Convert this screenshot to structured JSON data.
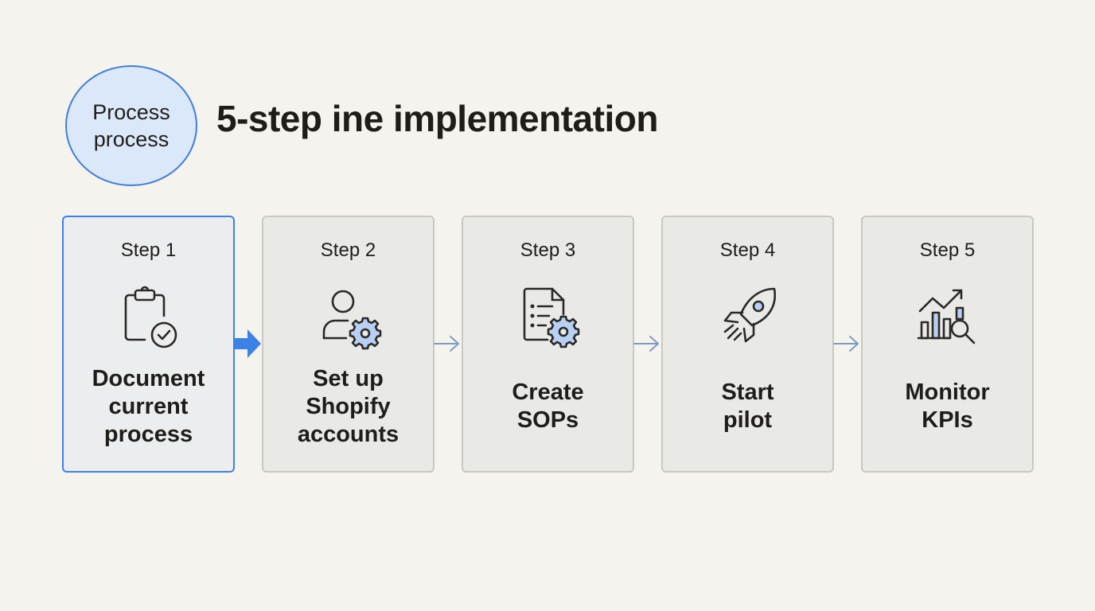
{
  "header": {
    "badge_line1": "Process",
    "badge_line2": "process",
    "title": "5-step ine implementation"
  },
  "colors": {
    "background": "#f4f3ee",
    "accent": "#3b82e6",
    "badge_fill": "#dbe8fa",
    "card_fill": "#e9e9e5",
    "card_border": "#c9c8c3",
    "icon_gear": "#b7d0f4"
  },
  "steps": [
    {
      "label": "Step 1",
      "text": "Document\ncurrent\nprocess",
      "icon": "clipboard-check-icon",
      "active": true
    },
    {
      "label": "Step 2",
      "text": "Set up\nShopify\naccounts",
      "icon": "user-gear-icon",
      "active": false
    },
    {
      "label": "Step 3",
      "text": "Create\nSOPs",
      "icon": "document-gear-icon",
      "active": false
    },
    {
      "label": "Step 4",
      "text": "Start\npilot",
      "icon": "rocket-icon",
      "active": false
    },
    {
      "label": "Step 5",
      "text": "Monitor\nKPIs",
      "icon": "chart-magnifier-icon",
      "active": false
    }
  ],
  "connectors": [
    {
      "icon": "solid-arrow-icon"
    },
    {
      "icon": "arrow-right-icon"
    },
    {
      "icon": "arrow-right-icon"
    },
    {
      "icon": "arrow-right-icon"
    }
  ]
}
